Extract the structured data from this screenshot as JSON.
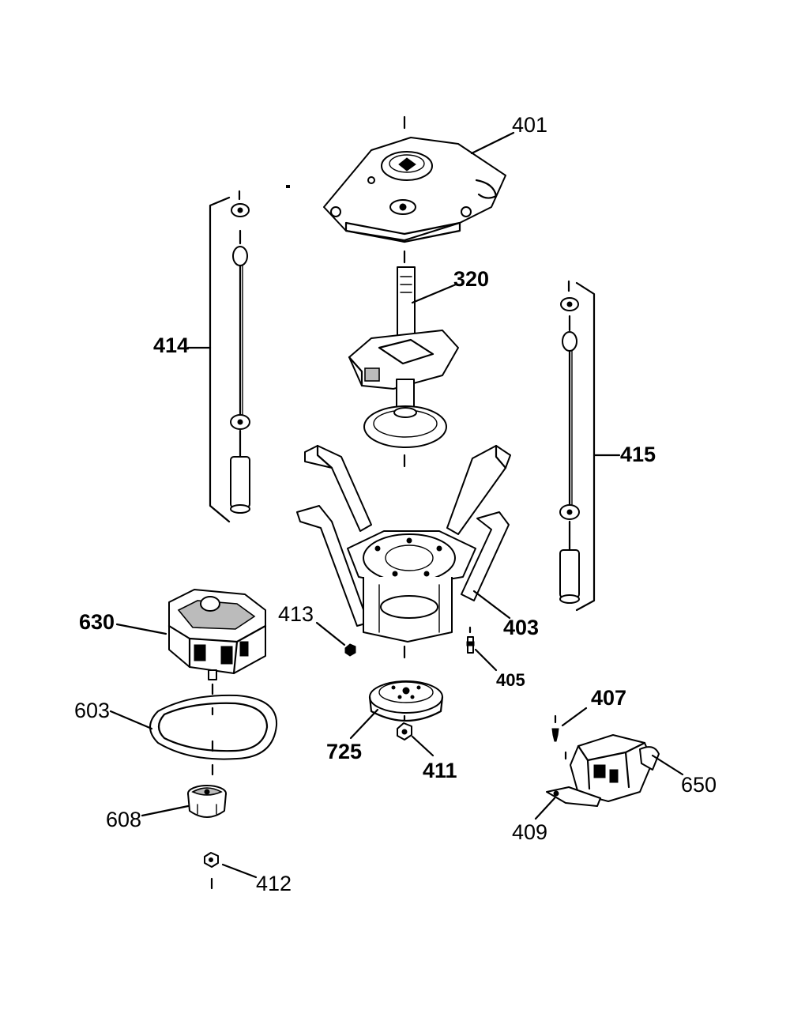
{
  "labels": {
    "p401": "401",
    "p320": "320",
    "p414": "414",
    "p415": "415",
    "p630": "630",
    "p413": "413",
    "p403": "403",
    "p405": "405",
    "p603": "603",
    "p725": "725",
    "p411": "411",
    "p407": "407",
    "p650": "650",
    "p608": "608",
    "p409": "409",
    "p412": "412"
  }
}
